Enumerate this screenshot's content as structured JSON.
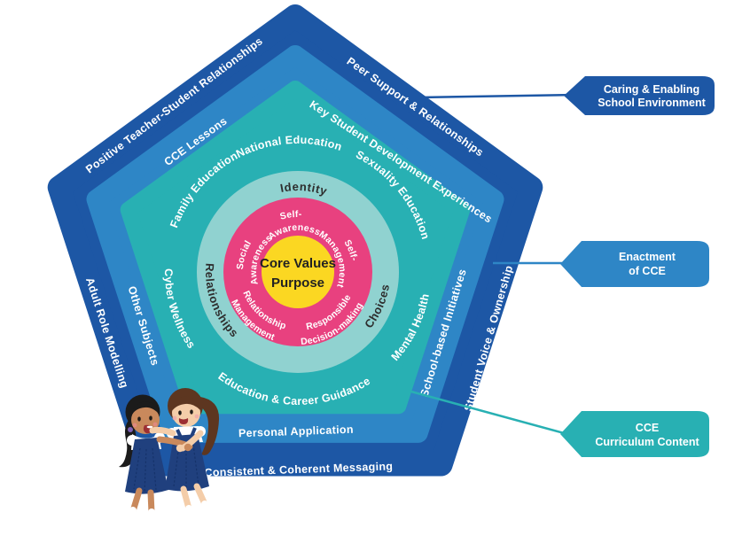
{
  "title": "CCE framework pentagon diagram",
  "colors": {
    "outer_blue": "#1d57a5",
    "mid_blue": "#2e86c6",
    "teal": "#28b0b3",
    "light_teal": "#90d2d0",
    "pink": "#e8417f",
    "yellow": "#fbd722",
    "dark_text": "#2e2e2e",
    "uniform_navy": "#20407e",
    "pleat_navy": "#16336b",
    "skin_tan": "#c9895c",
    "skin_light": "#f4cda9",
    "hair_black": "#1b1b1b",
    "hair_brown": "#5d3620",
    "white": "#ffffff"
  },
  "diagram": {
    "center": {
      "line1": "Core Values",
      "line2": "Purpose"
    },
    "sel": {
      "self_awareness": {
        "l1": "Self-",
        "l2": "Awareness"
      },
      "self_management": {
        "l1": "Self-",
        "l2": "Management"
      },
      "social_awareness": {
        "l1": "Social",
        "l2": "Awareness"
      },
      "relationship_management": {
        "l1": "Relationship",
        "l2": "Management"
      },
      "responsible_decision": {
        "l1": "Responsible",
        "l2": "Decision-making"
      }
    },
    "identity_ring": {
      "top": "Identity",
      "left": "Relationships",
      "right": "Choices"
    },
    "curriculum": {
      "family": "Family Education",
      "national": "National Education",
      "sexuality": "Sexuality Education",
      "cyber": "Cyber Wellness",
      "ecg": "Education & Career Guidance",
      "mental": "Mental Health"
    },
    "enactment": {
      "cce_lessons": "CCE Lessons",
      "ksde": "Key Student Development Experiences",
      "other_subjects": "Other Subjects",
      "personal": "Personal Application",
      "school_based": "School-based Initiatives"
    },
    "environment": {
      "ptsr": "Positive Teacher-Student Relationships",
      "peer": "Peer Support & Relationships",
      "adult": "Adult Role Modelling",
      "consistent": "Consistent & Coherent Messaging",
      "voice": "Student Voice & Ownership"
    },
    "callouts": {
      "school_env": {
        "l1": "Caring & Enabling",
        "l2": "School Environment"
      },
      "enactment": {
        "l1": "Enactment",
        "l2": "of CCE"
      },
      "curriculum": {
        "l1": "CCE",
        "l2": "Curriculum Content"
      }
    },
    "illustration": "two-students-hugging"
  }
}
